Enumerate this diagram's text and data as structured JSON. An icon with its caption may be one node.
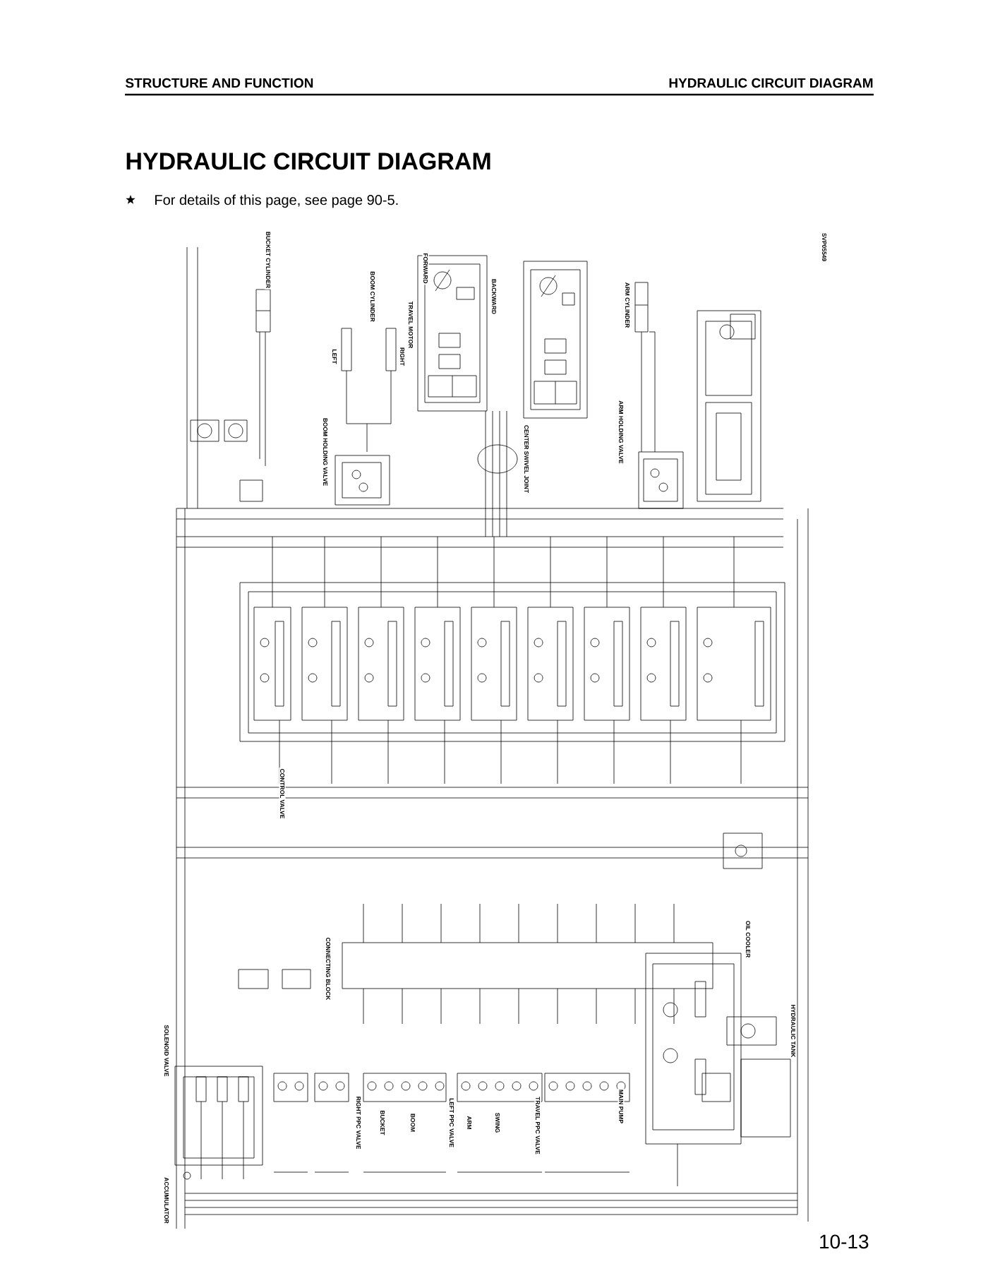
{
  "diagram": {
    "title": "HYDRAULIC CIRCUIT DIAGRAM",
    "labels": [
      "STRUCTURE AND FUNCTION",
      "HYDRAULIC CIRCUIT DIAGRAM",
      "For details of this page, see page 90-5.",
      "SVP05549",
      "BUCKET CYLINDER",
      "BOOM CYLINDER",
      "LEFT",
      "RIGHT",
      "TRAVEL MOTOR",
      "FORWARD",
      "BACKWARD",
      "ARM CYLINDER",
      "BOOM HOLDING VALVE",
      "CENTER SWIVEL JOINT",
      "ARM HOLDING VALVE",
      "CONTROL VALVE",
      "CONNECTING BLOCK",
      "OIL COOLER",
      "SOLENOID VALVE",
      "RIGHT PPC VALVE",
      "BUCKET",
      "BOOM",
      "LEFT PPC VALVE",
      "ARM",
      "SWING",
      "TRAVEL PPC VALVE",
      "MAIN PUMP",
      "HYDRAULIC TANK",
      "ACCUMULATOR",
      "10-13"
    ]
  }
}
